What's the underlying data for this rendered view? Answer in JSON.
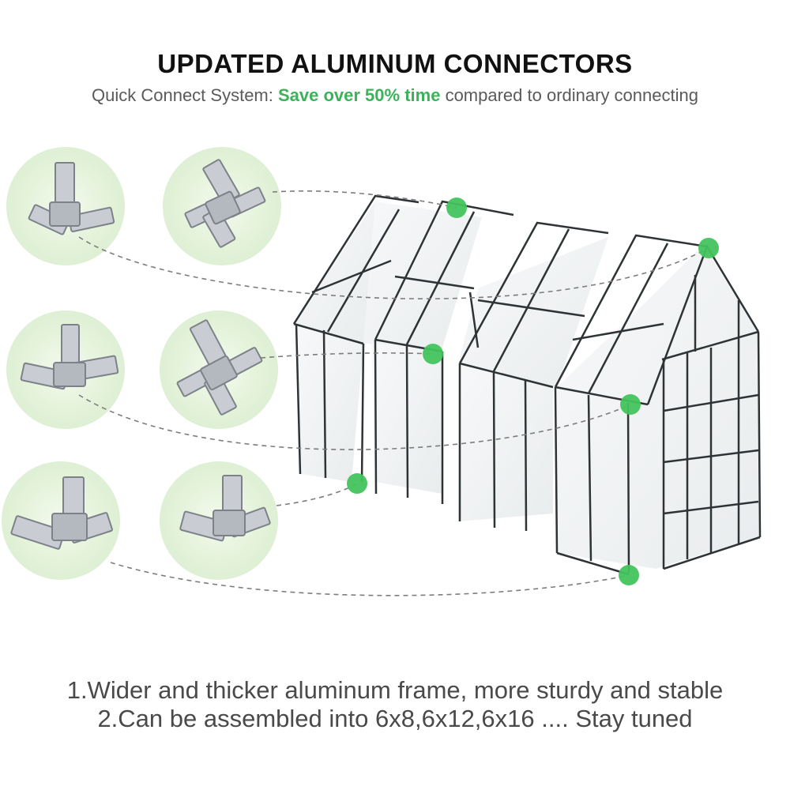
{
  "colors": {
    "accent": "#3cb25a",
    "marker": "#43c45d",
    "frame": "#2e3336",
    "dash": "#7d7d7d"
  },
  "header": {
    "title": "UPDATED ALUMINUM CONNECTORS",
    "subtitle_before": "Quick Connect System: ",
    "subtitle_highlight": "Save over 50% time",
    "subtitle_after": " compared to ordinary connecting"
  },
  "features": [
    "1.Wider and thicker aluminum frame, more sturdy and stable",
    "2.Can be assembled into 6x8,6x12,6x16 .... Stay tuned"
  ],
  "connectors": [
    {
      "shape": "three-way-corner",
      "icon": "three-way-connector-icon"
    },
    {
      "shape": "cross",
      "icon": "four-way-connector-icon"
    },
    {
      "shape": "t-joint",
      "icon": "t-connector-icon"
    },
    {
      "shape": "cross",
      "icon": "four-way-connector-icon"
    },
    {
      "shape": "three-way-corner",
      "icon": "three-way-connector-icon"
    },
    {
      "shape": "t-joint",
      "icon": "t-connector-icon"
    }
  ]
}
